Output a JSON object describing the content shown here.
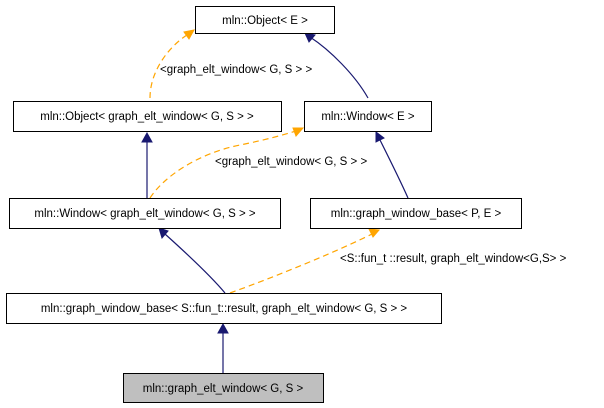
{
  "nodes": {
    "object_e": "mln::Object< E >",
    "object_gew": "mln::Object< graph_elt_window< G, S > >",
    "window_e": "mln::Window< E >",
    "window_gew": "mln::Window< graph_elt_window< G, S > >",
    "gwb_pe": "mln::graph_window_base< P, E >",
    "gwb_fun": "mln::graph_window_base< S::fun_t::result, graph_elt_window< G, S > >",
    "gew": "mln::graph_elt_window< G, S >"
  },
  "edge_labels": {
    "object_template": "<graph_elt_window< G, S > >",
    "window_template": "<graph_elt_window< G, S > >",
    "gwb_template": "<S::fun_t ::result, graph_elt_window<G,S> >"
  },
  "colors": {
    "inheritance_edge": "#191970",
    "template_edge": "#ffa500",
    "current_node_fill": "#bfbfbf"
  }
}
